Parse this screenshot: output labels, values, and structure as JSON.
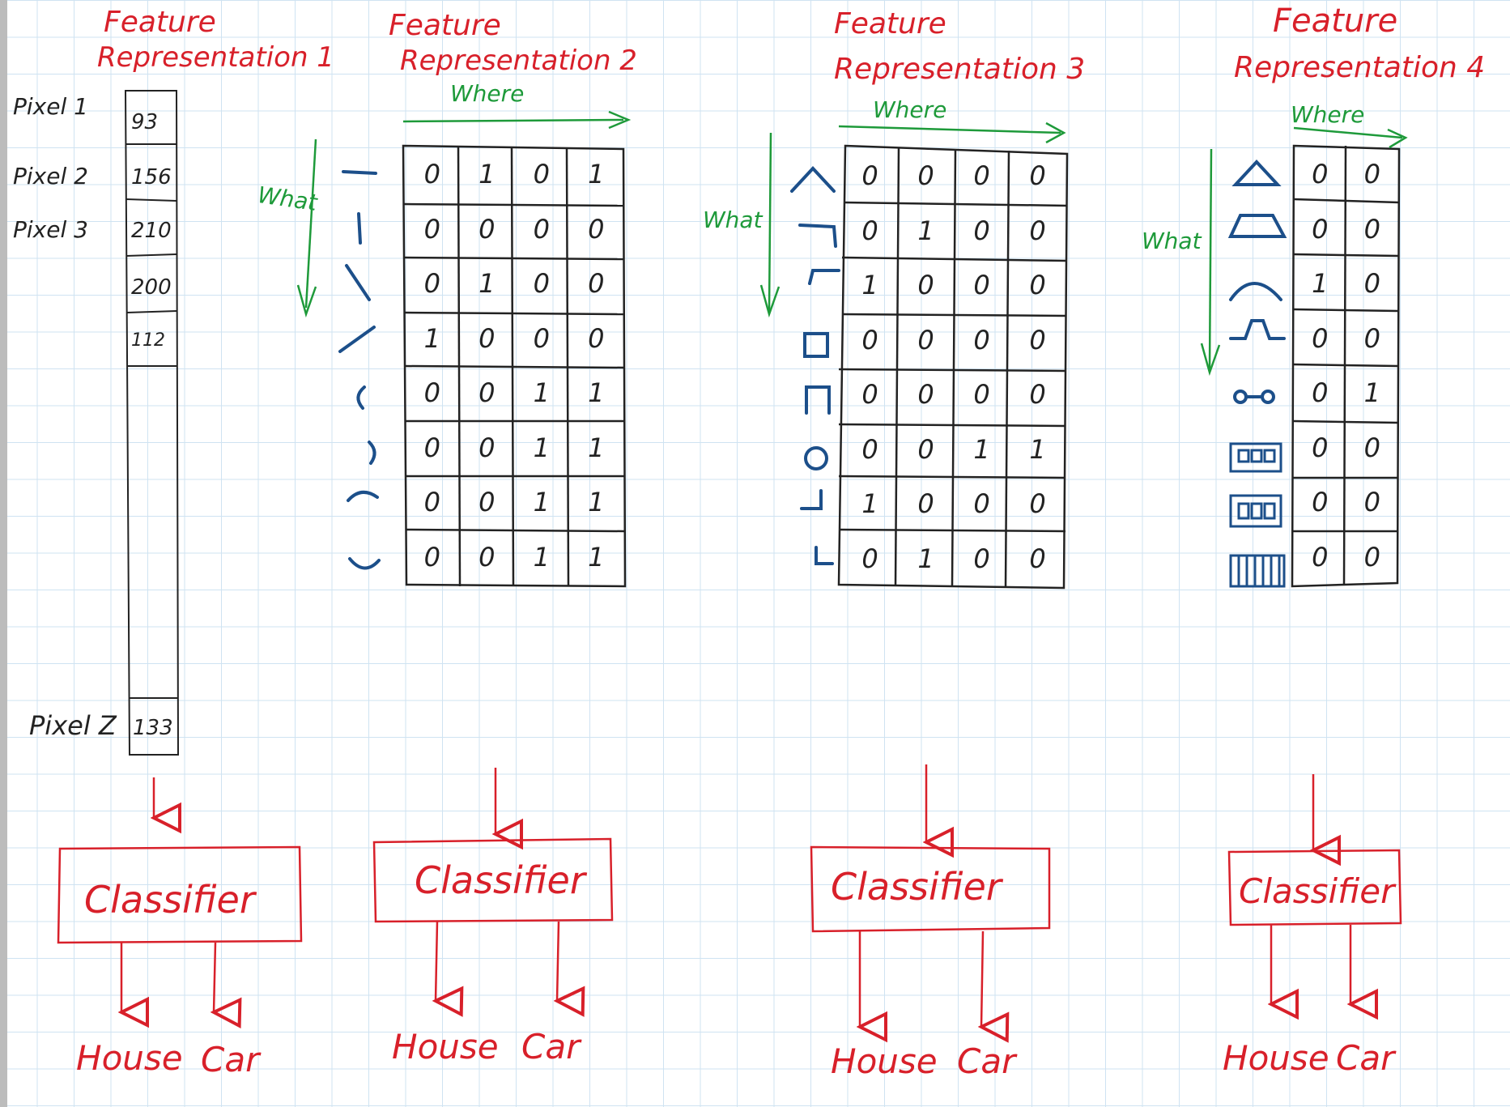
{
  "panels": [
    {
      "title_line1": "Feature",
      "title_line2": "Representation 1",
      "pixels": [
        {
          "label": "Pixel 1",
          "value": "93"
        },
        {
          "label": "Pixel 2",
          "value": "156"
        },
        {
          "label": "Pixel 3",
          "value": "210"
        },
        {
          "label": "",
          "value": "200"
        },
        {
          "label": "",
          "value": "112"
        }
      ],
      "last_pixel": {
        "label": "Pixel Z",
        "value": "133"
      },
      "classifier": "Classifier",
      "outputs": [
        "House",
        "Car"
      ]
    },
    {
      "title_line1": "Feature",
      "title_line2": "Representation 2",
      "where": "Where",
      "what": "What",
      "feature_icons": [
        "horizontal-line-icon",
        "vertical-line-icon",
        "diagonal-down-line-icon",
        "diagonal-up-line-icon",
        "left-arc-icon",
        "right-arc-icon",
        "top-arc-icon",
        "bottom-arc-icon"
      ],
      "grid": [
        [
          "0",
          "1",
          "0",
          "1"
        ],
        [
          "0",
          "0",
          "0",
          "0"
        ],
        [
          "0",
          "1",
          "0",
          "0"
        ],
        [
          "1",
          "0",
          "0",
          "0"
        ],
        [
          "0",
          "0",
          "1",
          "1"
        ],
        [
          "0",
          "0",
          "1",
          "1"
        ],
        [
          "0",
          "0",
          "1",
          "1"
        ],
        [
          "0",
          "0",
          "1",
          "1"
        ]
      ],
      "classifier": "Classifier",
      "outputs": [
        "House",
        "Car"
      ]
    },
    {
      "title_line1": "Feature",
      "title_line2": "Representation 3",
      "where": "Where",
      "what": "What",
      "feature_icons": [
        "roof-peak-icon",
        "corner-top-right-icon",
        "corner-top-left-icon",
        "square-icon",
        "arch-icon",
        "circle-icon",
        "corner-bottom-right-icon",
        "corner-bottom-left-icon"
      ],
      "grid": [
        [
          "0",
          "0",
          "0",
          "0"
        ],
        [
          "0",
          "1",
          "0",
          "0"
        ],
        [
          "1",
          "0",
          "0",
          "0"
        ],
        [
          "0",
          "0",
          "0",
          "0"
        ],
        [
          "0",
          "0",
          "0",
          "0"
        ],
        [
          "0",
          "0",
          "1",
          "1"
        ],
        [
          "1",
          "0",
          "0",
          "0"
        ],
        [
          "0",
          "1",
          "0",
          "0"
        ]
      ],
      "classifier": "Classifier",
      "outputs": [
        "House",
        "Car"
      ]
    },
    {
      "title_line1": "Feature",
      "title_line2": "Representation 4",
      "where": "Where",
      "what": "What",
      "feature_icons": [
        "triangle-icon",
        "trapezoid-icon",
        "car-roof-icon",
        "bump-icon",
        "wheels-icon",
        "car-windows-icon",
        "house-windows-icon",
        "fence-icon"
      ],
      "grid": [
        [
          "0",
          "0"
        ],
        [
          "0",
          "0"
        ],
        [
          "1",
          "0"
        ],
        [
          "0",
          "0"
        ],
        [
          "0",
          "1"
        ],
        [
          "0",
          "0"
        ],
        [
          "0",
          "0"
        ],
        [
          "0",
          "0"
        ]
      ],
      "classifier": "Classifier",
      "outputs": [
        "House",
        "Car"
      ]
    }
  ],
  "colors": {
    "red": "#d8202a",
    "green": "#1e9a3a",
    "blue": "#1c4f8a",
    "ink": "#222222"
  }
}
